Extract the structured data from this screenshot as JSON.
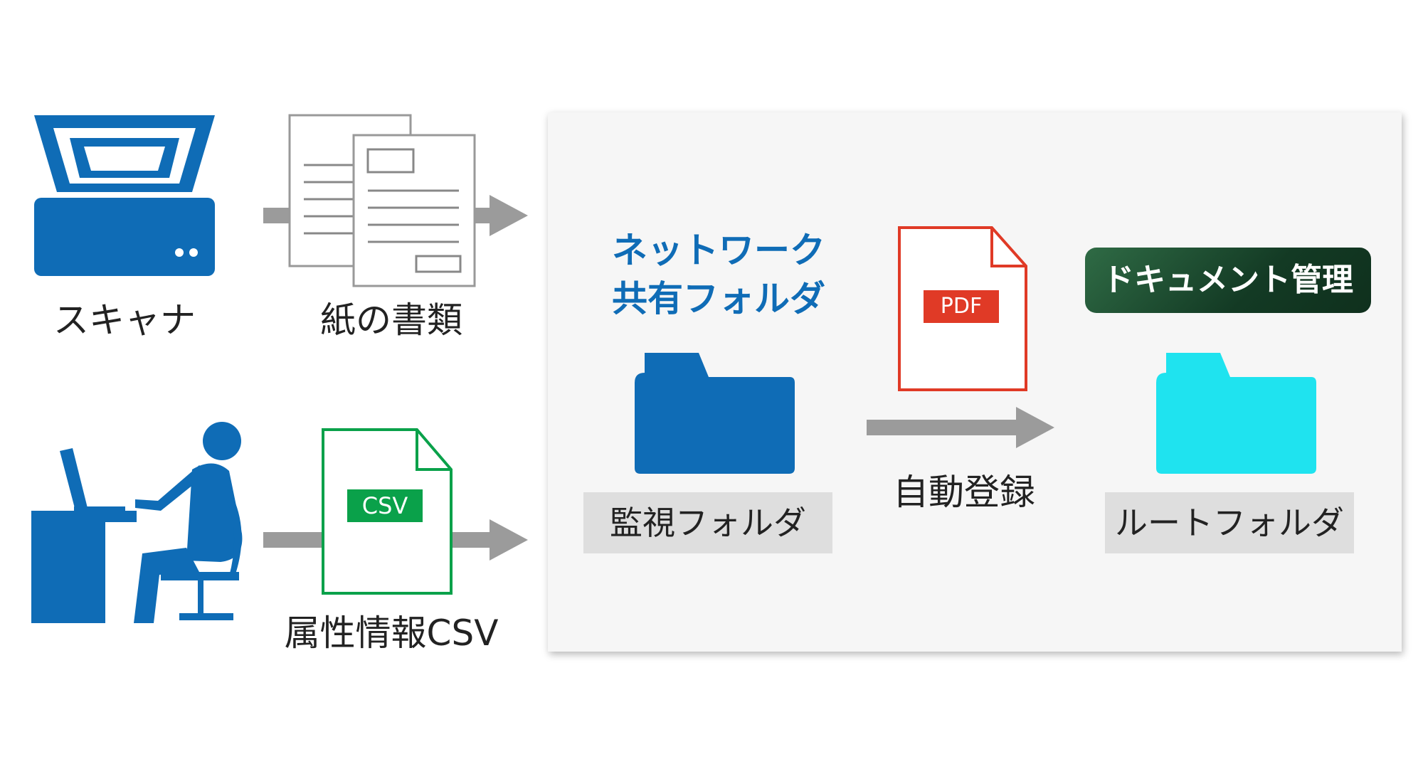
{
  "left": {
    "scanner_label": "スキャナ",
    "paper_label": "紙の書類",
    "csv_label": "属性情報CSV",
    "csv_tag": "CSV"
  },
  "panel": {
    "network_title_line1": "ネットワーク",
    "network_title_line2": "共有フォルダ",
    "monitor_folder_label": "監視フォルダ",
    "pdf_tag": "PDF",
    "auto_register_label": "自動登録",
    "doc_mgmt_badge": "ドキュメント管理",
    "root_folder_label": "ルートフォルダ"
  },
  "colors": {
    "blue": "#0f6cb6",
    "cyan": "#1fe3ef",
    "arrow_gray": "#9b9b9b",
    "csv_green": "#0aa14a",
    "pdf_red": "#e03a26",
    "badge_green": "#1c4a2e",
    "label_bg": "#dedede"
  },
  "icons": [
    "scanner-icon",
    "documents-icon",
    "person-at-desk-icon",
    "csv-file-icon",
    "folder-icon",
    "pdf-file-icon",
    "arrow-icon"
  ]
}
